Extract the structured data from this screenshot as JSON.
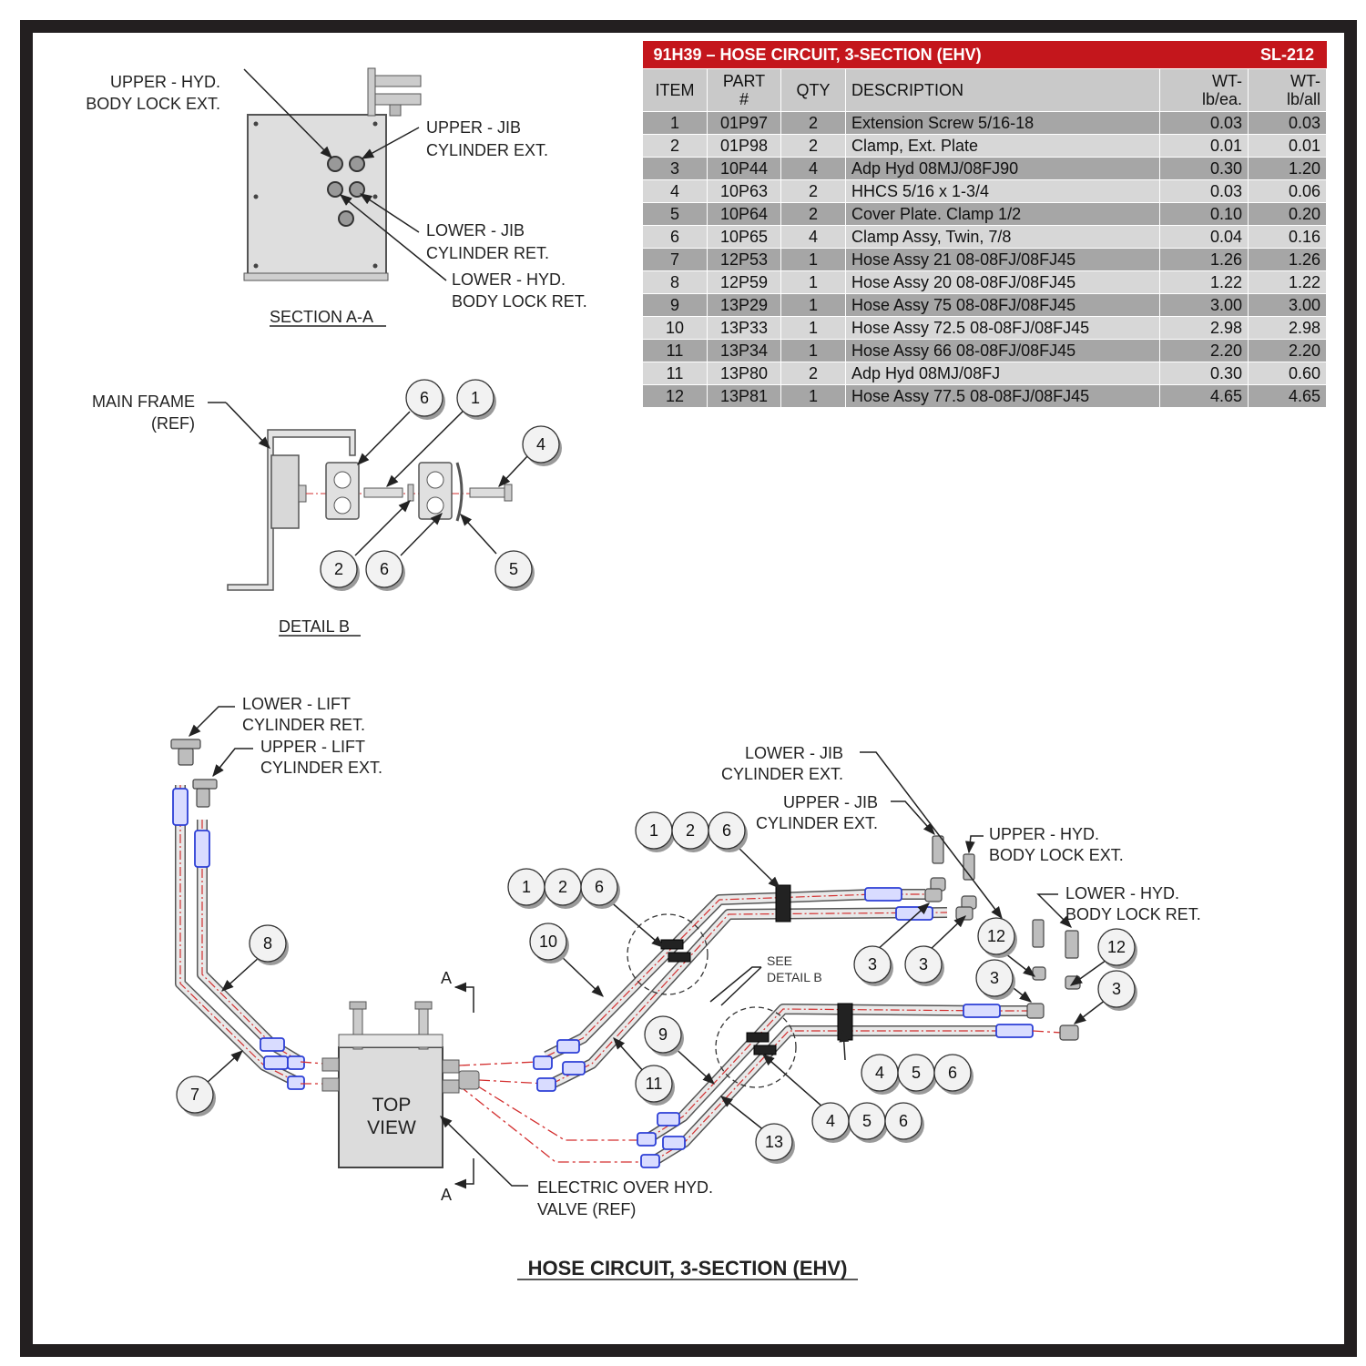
{
  "table": {
    "title": "91H39 – HOSE CIRCUIT, 3-SECTION (EHV)",
    "sheet": "SL-212",
    "headers": {
      "item": "ITEM",
      "part1": "PART",
      "part2": "#",
      "qty": "QTY",
      "desc": "DESCRIPTION",
      "wtea1": "WT-",
      "wtea2": "lb/ea.",
      "wtall1": "WT-",
      "wtall2": "lb/all"
    },
    "rows": [
      {
        "item": "1",
        "part": "01P97",
        "qty": "2",
        "desc": "Extension Screw 5/16-18",
        "wt_ea": "0.03",
        "wt_all": "0.03"
      },
      {
        "item": "2",
        "part": "01P98",
        "qty": "2",
        "desc": "Clamp, Ext. Plate",
        "wt_ea": "0.01",
        "wt_all": "0.01"
      },
      {
        "item": "3",
        "part": "10P44",
        "qty": "4",
        "desc": "Adp Hyd 08MJ/08FJ90",
        "wt_ea": "0.30",
        "wt_all": "1.20"
      },
      {
        "item": "4",
        "part": "10P63",
        "qty": "2",
        "desc": "HHCS 5/16 x 1-3/4",
        "wt_ea": "0.03",
        "wt_all": "0.06"
      },
      {
        "item": "5",
        "part": "10P64",
        "qty": "2",
        "desc": "Cover Plate. Clamp 1/2",
        "wt_ea": "0.10",
        "wt_all": "0.20"
      },
      {
        "item": "6",
        "part": "10P65",
        "qty": "4",
        "desc": "Clamp Assy, Twin, 7/8",
        "wt_ea": "0.04",
        "wt_all": "0.16"
      },
      {
        "item": "7",
        "part": "12P53",
        "qty": "1",
        "desc": "Hose Assy 21 08-08FJ/08FJ45",
        "wt_ea": "1.26",
        "wt_all": "1.26"
      },
      {
        "item": "8",
        "part": "12P59",
        "qty": "1",
        "desc": "Hose Assy 20 08-08FJ/08FJ45",
        "wt_ea": "1.22",
        "wt_all": "1.22"
      },
      {
        "item": "9",
        "part": "13P29",
        "qty": "1",
        "desc": "Hose Assy 75 08-08FJ/08FJ45",
        "wt_ea": "3.00",
        "wt_all": "3.00"
      },
      {
        "item": "10",
        "part": "13P33",
        "qty": "1",
        "desc": "Hose Assy 72.5 08-08FJ/08FJ45",
        "wt_ea": "2.98",
        "wt_all": "2.98"
      },
      {
        "item": "11",
        "part": "13P34",
        "qty": "1",
        "desc": "Hose Assy 66 08-08FJ/08FJ45",
        "wt_ea": "2.20",
        "wt_all": "2.20"
      },
      {
        "item": "11",
        "part": "13P80",
        "qty": "2",
        "desc": "Adp Hyd 08MJ/08FJ",
        "wt_ea": "0.30",
        "wt_all": "0.60"
      },
      {
        "item": "12",
        "part": "13P81",
        "qty": "1",
        "desc": "Hose Assy 77.5 08-08FJ/08FJ45",
        "wt_ea": "4.65",
        "wt_all": "4.65"
      }
    ]
  },
  "section_aa": {
    "title": "SECTION A-A",
    "upper_hyd_1": "UPPER - HYD.",
    "upper_hyd_2": "BODY LOCK EXT.",
    "upper_jib_1": "UPPER - JIB",
    "upper_jib_2": "CYLINDER EXT.",
    "lower_jib_1": "LOWER - JIB",
    "lower_jib_2": "CYLINDER RET.",
    "lower_hyd_1": "LOWER - HYD.",
    "lower_hyd_2": "BODY LOCK RET."
  },
  "detail_b": {
    "title": "DETAIL B",
    "main_frame_1": "MAIN FRAME",
    "main_frame_2": "(REF)",
    "b6a": "6",
    "b1": "1",
    "b4": "4",
    "b2": "2",
    "b6b": "6",
    "b5": "5"
  },
  "main": {
    "title": "HOSE CIRCUIT, 3-SECTION (EHV)",
    "lower_lift_1": "LOWER - LIFT",
    "lower_lift_2": "CYLINDER RET.",
    "upper_lift_1": "UPPER - LIFT",
    "upper_lift_2": "CYLINDER EXT.",
    "lower_jib_1": "LOWER - JIB",
    "lower_jib_2": "CYLINDER EXT.",
    "upper_jib_1": "UPPER - JIB",
    "upper_jib_2": "CYLINDER EXT.",
    "upper_hyd_1": "UPPER - HYD.",
    "upper_hyd_2": "BODY LOCK EXT.",
    "lower_hyd_1": "LOWER - HYD.",
    "lower_hyd_2": "BODY LOCK RET.",
    "see_1": "SEE",
    "see_2": "DETAIL B",
    "top_1": "TOP",
    "top_2": "VIEW",
    "ehv_1": "ELECTRIC OVER HYD.",
    "ehv_2": "VALVE (REF)",
    "sec_a_top": "A",
    "sec_a_bot": "A",
    "bubbles": {
      "n8": "8",
      "n7": "7",
      "n10": "10",
      "n11": "11",
      "n9": "9",
      "n13": "13",
      "g1a": "1",
      "g1b": "2",
      "g1c": "6",
      "g2a": "1",
      "g2b": "2",
      "g2c": "6",
      "g3a": "4",
      "g3b": "5",
      "g3c": "6",
      "g4a": "4",
      "g4b": "5",
      "g4c": "6",
      "a3a": "3",
      "a3b": "3",
      "a3c": "3",
      "a3d": "3",
      "a12a": "12",
      "a12b": "12"
    }
  },
  "colors": {
    "frame": "#231f20",
    "title_bar": "#c4161c",
    "row_dark": "#a6a6a6",
    "row_light": "#d7d7d7",
    "hose_center": "#d32f2f",
    "fitting_blue": "#2c3fd6"
  }
}
